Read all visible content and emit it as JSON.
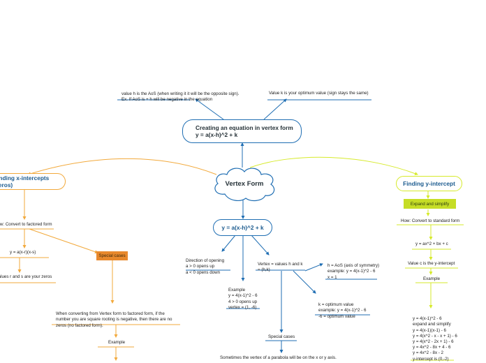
{
  "central": {
    "label": "Vertex Form"
  },
  "top_branch": {
    "title_line1": "Creating an equation in vertex form",
    "title_line2": "y = a(x-h)^2 + k",
    "note_h_line1": "value h is the AoS (when writing it it will be the opposite sign).",
    "note_h_line2": "Ex. If AoS is + h will be negative in the equation",
    "note_k": "Value k is your optimum value (sign stays the same)"
  },
  "left_branch": {
    "title": "Finding x-intercepts (zeros)",
    "how": "How: Convert to factored form",
    "factored": "y = a(x-r)(x-s)",
    "roots": "Values r and s are your zeros",
    "special": "Special cases",
    "special_note_line1": "When converting from Vertex form to factored form, if the",
    "special_note_line2": "number you are square rooting is negative, then there are no",
    "special_note_line3": "zeros (no factored form).",
    "example": "Example"
  },
  "bottom_branch": {
    "title": "y = a(x-h)^2 + k",
    "direction_line1": "Direction of opening",
    "direction_line2": "a > 0 opens up",
    "direction_line3": "a < 0 opens down",
    "example_line1": "Example",
    "example_line2": "y = 4(x-1)^2 - 6",
    "example_line3": "4 > 0 opens up",
    "example_line4": "vertex = (1, -6)",
    "vertex_line1": "Vertex = values h and k",
    "vertex_line2": "= (h,k)",
    "aos_line1": "h = AoS (axis of symmetry)",
    "aos_line2": "example: y = 4(x-1)^2 - 6",
    "aos_line3": "x = 1",
    "opt_line1": "k = optimum value",
    "opt_line2": "example: y = 4(x-1)^2 - 6",
    "opt_line3": "-6 = optimum value",
    "special": "Special cases",
    "special_note": "Sometimes the vertex of a parabola will be on the x or y axis."
  },
  "right_branch": {
    "title": "Finding y-intercept",
    "expand": "Expand and simplify",
    "how": "How: Convert to standard form",
    "standard": "y = ax^2 + bx + c",
    "c_value": "Value c is the y-intercept",
    "example": "Example",
    "work_line1": "y = 4(x-1)^2 - 6",
    "work_line2": "expand and simplify",
    "work_line3": "y = 4(x-1)(x-1) - 6",
    "work_line4": "y = 4(x^2 - x - x + 1) - 6",
    "work_line5": "y = 4(x^2 - 2x + 1) - 6",
    "work_line6": "y = 4x^2 - 8x + 4 - 6",
    "work_line7": "y = 4x^2 - 8x - 2",
    "work_line8": "y-intercept is (0,-2)"
  },
  "colors": {
    "blue": "#1f6eb3",
    "orange": "#f2a93b",
    "orange_badge": "#e8892d",
    "lime": "#d6ea2a",
    "lime_badge": "#c6dd26"
  }
}
